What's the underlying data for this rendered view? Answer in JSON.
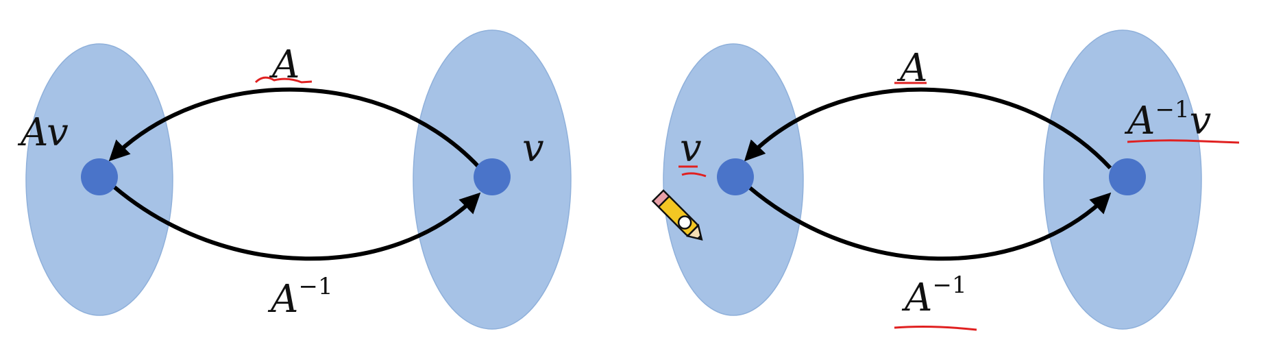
{
  "colors": {
    "ellipse_fill": "#a6c2e6",
    "ellipse_stroke": "#8fb0da",
    "point": "#4a74c9",
    "arrow": "#000000",
    "annotation": "#e02020",
    "background": "#ffffff"
  },
  "left_diagram": {
    "top_arrow_label": "A",
    "bottom_arrow_label": "A",
    "bottom_arrow_exponent": "−1",
    "left_point_label": "Av",
    "right_point_label": "v"
  },
  "right_diagram": {
    "top_arrow_label": "A",
    "bottom_arrow_label": "A",
    "bottom_arrow_exponent": "−1",
    "left_point_label": "v",
    "right_point_label_base": "A",
    "right_point_label_exponent": "−1",
    "right_point_label_suffix": "v"
  },
  "icons": {
    "pencil_cursor": "pencil-icon"
  }
}
